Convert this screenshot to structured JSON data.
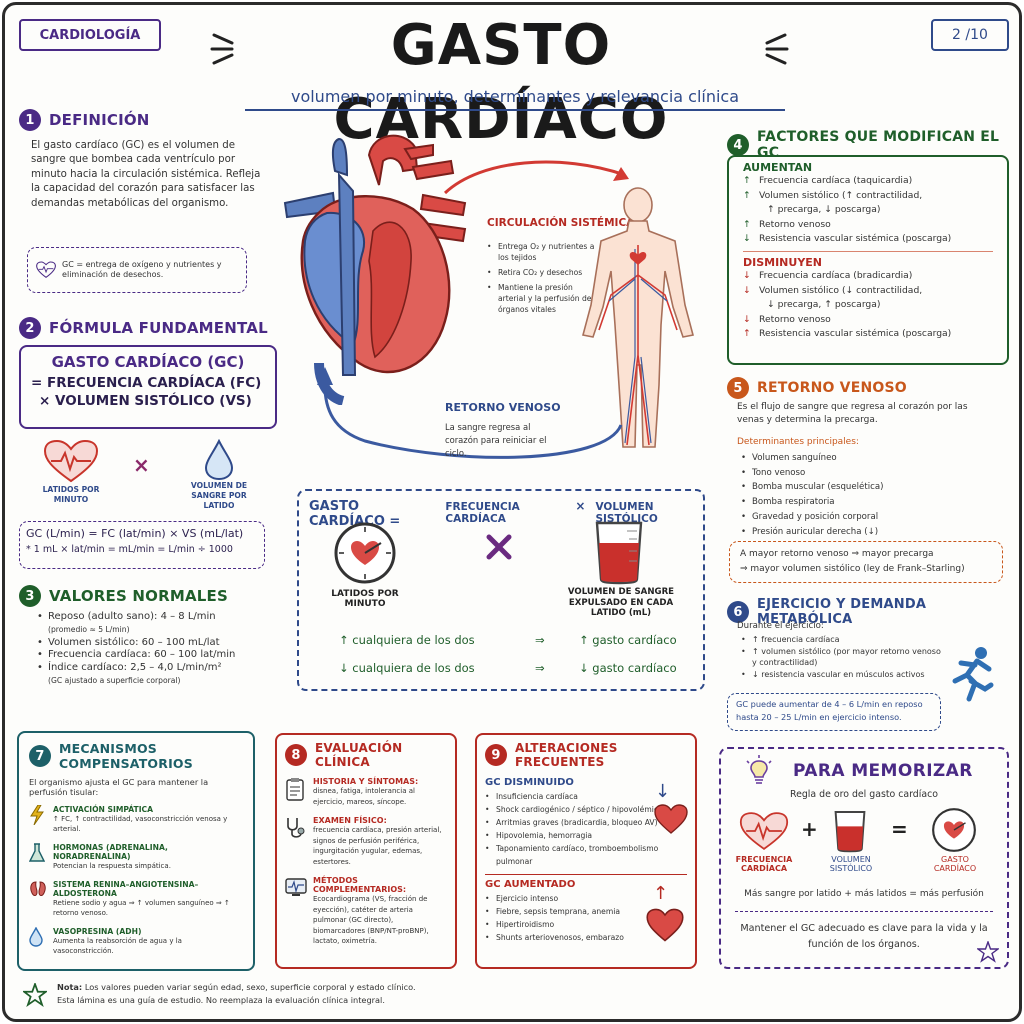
{
  "header": {
    "badge": "CARDIOLOGÍA",
    "title": "GASTO CARDÍACO",
    "subtitle": "volumen por minuto, determinantes y relevancia clínica",
    "page": "2 /10"
  },
  "s1": {
    "num": "1",
    "title": "DEFINICIÓN",
    "text": "El gasto cardíaco (GC) es el volumen de sangre que bombea cada ventrículo por minuto hacia la circulación sistémica. Refleja la capacidad del corazón para satisfacer las demandas metabólicas del organismo.",
    "note": "GC = entrega de oxígeno y nutrientes y eliminación de desechos."
  },
  "s2": {
    "num": "2",
    "title": "FÓRMULA FUNDAMENTAL",
    "f1": "GASTO CARDÍACO (GC)",
    "f2": "= FRECUENCIA CARDÍACA (FC)",
    "f3": "× VOLUMEN SISTÓLICO (VS)",
    "icon1": "LATIDOS POR MINUTO",
    "times": "×",
    "icon2": "VOLUMEN DE SANGRE POR LATIDO",
    "u1": "GC (L/min) = FC (lat/min) × VS (mL/lat)",
    "u2": "* 1 mL × lat/min = mL/min = L/min ÷ 1000"
  },
  "s3": {
    "num": "3",
    "title": "VALORES NORMALES",
    "items": [
      "Reposo (adulto sano): 4 – 8 L/min",
      "Volumen sistólico: 60 – 100 mL/lat",
      "Frecuencia cardíaca: 60 – 100 lat/min",
      "Índice cardíaco: 2,5 – 4,0 L/min/m²"
    ],
    "note1": "(promedio ≈ 5 L/min)",
    "note2": "(GC ajustado a superficie corporal)"
  },
  "center": {
    "sys_title": "CIRCULACIÓN SISTÉMICA",
    "sys_items": [
      "Entrega O₂ y nutrientes a los tejidos",
      "Retira CO₂ y desechos",
      "Mantiene la presión arterial y la perfusión de órganos vitales"
    ],
    "ven_title": "RETORNO VENOSO",
    "ven_text": "La sangre regresa al corazón para reiniciar el ciclo."
  },
  "formula_box": {
    "t1": "GASTO CARDÍACO =",
    "t2": "FRECUENCIA CARDÍACA",
    "t3": "×",
    "t4": "VOLUMEN SISTÓLICO",
    "l1": "LATIDOS POR MINUTO",
    "l2": "VOLUMEN DE SANGRE EXPULSADO EN CADA LATIDO (mL)",
    "r1a": "↑ cualquiera de los dos",
    "r1b": "⇒",
    "r1c": "↑ gasto cardíaco",
    "r2a": "↓ cualquiera de los dos",
    "r2b": "⇒",
    "r2c": "↓ gasto cardíaco"
  },
  "s4": {
    "num": "4",
    "title": "FACTORES QUE MODIFICAN EL GC",
    "up_title": "AUMENTAN",
    "up": [
      [
        "↑",
        "Frecuencia cardíaca (taquicardia)"
      ],
      [
        "↑",
        "Volumen sistólico (↑ contractilidad,"
      ],
      [
        "",
        "↑ precarga, ↓ poscarga)"
      ],
      [
        "↑",
        "Retorno venoso"
      ],
      [
        "↓",
        "Resistencia vascular sistémica (poscarga)"
      ]
    ],
    "down_title": "DISMINUYEN",
    "down": [
      [
        "↓",
        "Frecuencia cardíaca (bradicardia)"
      ],
      [
        "↓",
        "Volumen sistólico (↓ contractilidad,"
      ],
      [
        "",
        "↓ precarga, ↑ poscarga)"
      ],
      [
        "↓",
        "Retorno venoso"
      ],
      [
        "↑",
        "Resistencia vascular sistémica (poscarga)"
      ]
    ]
  },
  "s5": {
    "num": "5",
    "title": "RETORNO VENOSO",
    "text": "Es el flujo de sangre que regresa al corazón por las venas y determina la precarga.",
    "det_title": "Determinantes principales:",
    "items": [
      "Volumen sanguíneo",
      "Tono venoso",
      "Bomba muscular (esquelética)",
      "Bomba respiratoria",
      "Gravedad y posición corporal",
      "Presión auricular derecha (↓)"
    ],
    "note1": "A mayor retorno venoso ⇒ mayor precarga",
    "note2": "⇒ mayor volumen sistólico (ley de Frank–Starling)"
  },
  "s6": {
    "num": "6",
    "title": "EJERCICIO Y DEMANDA METABÓLICA",
    "intro": "Durante el ejercicio:",
    "items": [
      "↑ frecuencia cardíaca",
      "↑ volumen sistólico (por mayor retorno venoso y contractilidad)",
      "↓ resistencia vascular en músculos activos"
    ],
    "note": "GC puede aumentar de 4 – 6 L/min en reposo hasta 20 – 25 L/min en ejercicio intenso."
  },
  "s7": {
    "num": "7",
    "title": "MECANISMOS COMPENSATORIOS",
    "intro": "El organismo ajusta el GC para mantener la perfusión tisular:",
    "items": [
      {
        "t": "ACTIVACIÓN SIMPÁTICA",
        "d": "↑ FC, ↑ contractilidad, vasoconstricción venosa y arterial."
      },
      {
        "t": "HORMONAS (ADRENALINA, NORADRENALINA)",
        "d": "Potencian la respuesta simpática."
      },
      {
        "t": "SISTEMA RENINA–ANGIOTENSINA–ALDOSTERONA",
        "d": "Retiene sodio y agua ⇒ ↑ volumen sanguíneo ⇒ ↑ retorno venoso."
      },
      {
        "t": "VASOPRESINA (ADH)",
        "d": "Aumenta la reabsorción de agua y la vasoconstricción."
      }
    ]
  },
  "s8": {
    "num": "8",
    "title": "EVALUACIÓN CLÍNICA",
    "items": [
      {
        "t": "HISTORIA Y SÍNTOMAS:",
        "d": "disnea, fatiga, intolerancia al ejercicio, mareos, síncope."
      },
      {
        "t": "EXAMEN FÍSICO:",
        "d": "frecuencia cardíaca, presión arterial, signos de perfusión periférica, ingurgitación yugular, edemas, estertores."
      },
      {
        "t": "MÉTODOS COMPLEMENTARIOS:",
        "d": "Ecocardiograma (VS, fracción de eyección), catéter de arteria pulmonar (GC directo), biomarcadores (BNP/NT-proBNP), lactato, oximetría."
      }
    ]
  },
  "s9": {
    "num": "9",
    "title": "ALTERACIONES FRECUENTES",
    "low_title": "GC DISMINUIDO",
    "low": [
      "Insuficiencia cardíaca",
      "Shock cardiogénico / séptico / hipovolémico",
      "Arritmias graves (bradicardia, bloqueo AV)",
      "Hipovolemia, hemorragia",
      "Taponamiento cardíaco, tromboembolismo pulmonar"
    ],
    "high_title": "GC AUMENTADO",
    "high": [
      "Ejercicio intenso",
      "Fiebre, sepsis temprana, anemia",
      "Hipertiroidismo",
      "Shunts arteriovenosos, embarazo"
    ]
  },
  "memo": {
    "title": "PARA MEMORIZAR",
    "sub": "Regla de oro del gasto cardíaco",
    "a": "FRECUENCIA CARDÍACA",
    "plus": "+",
    "b": "VOLUMEN SISTÓLICO",
    "eq": "=",
    "c": "GASTO CARDÍACO",
    "rule": "Más sangre por latido + más latidos = más perfusión",
    "close": "Mantener el GC adecuado es clave para la vida y la función de los órganos."
  },
  "footer": {
    "bold": "Nota:",
    "l1": "Los valores pueden variar según edad, sexo, superficie corporal y estado clínico.",
    "l2": "Esta lámina es una guía de estudio. No reemplaza la evaluación clínica integral."
  },
  "colors": {
    "purple": "#4a2a85",
    "green": "#1f5e2a",
    "blue": "#2f4a8a",
    "red": "#b52a22",
    "orange": "#c8571b",
    "teal": "#1d6068"
  }
}
